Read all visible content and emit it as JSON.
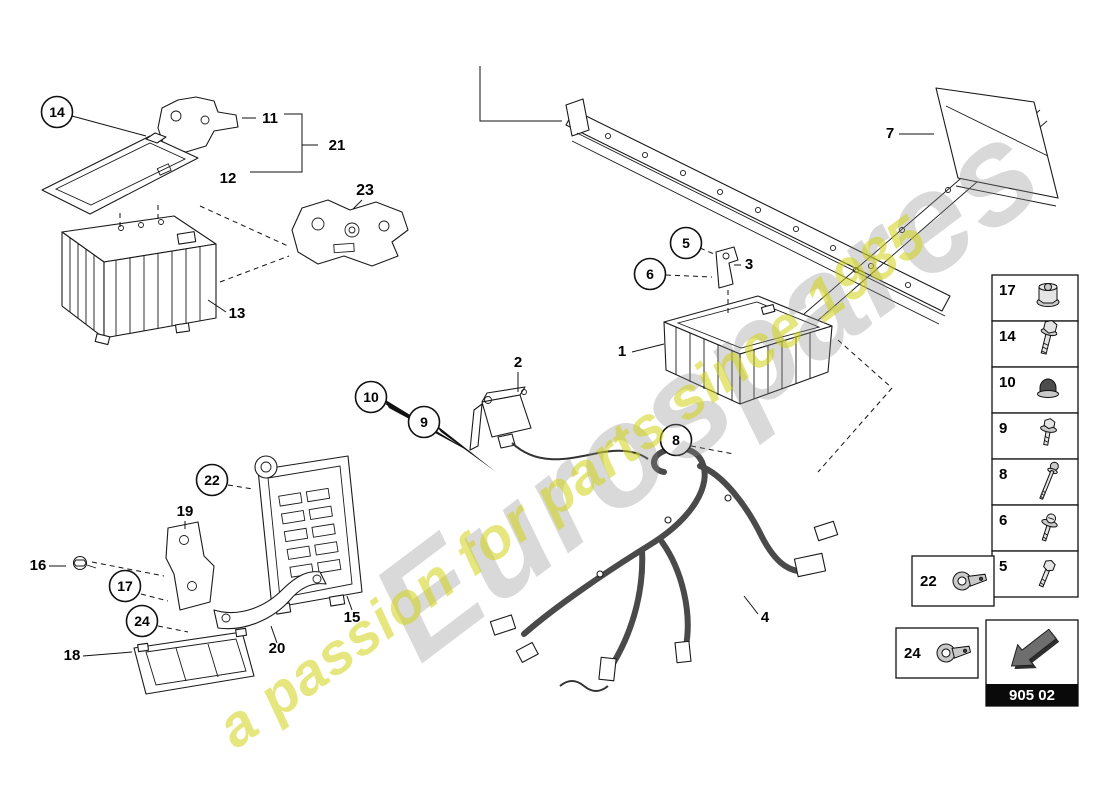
{
  "watermark": {
    "brand": "Eurospares",
    "tagline": "a passion for parts since 1985",
    "brand_color": "#d4d4d4",
    "tagline_color": "#e0e05a"
  },
  "diagram": {
    "description": "central electrics exploded parts diagram",
    "part_labels": {
      "1": "1",
      "2": "2",
      "3": "3",
      "4": "4",
      "5": "5",
      "6": "6",
      "7": "7",
      "8": "8",
      "9": "9",
      "10": "10",
      "11": "11",
      "12": "12",
      "13": "13",
      "14": "14",
      "15": "15",
      "16": "16",
      "17": "17",
      "18": "18",
      "19": "19",
      "20": "20",
      "21": "21",
      "22": "22",
      "23": "23",
      "24": "24"
    }
  },
  "legend": {
    "fasteners": [
      {
        "label": "17",
        "icon": "flange-nut-icon"
      },
      {
        "label": "14",
        "icon": "hex-bolt-icon"
      },
      {
        "label": "10",
        "icon": "cap-nut-icon"
      },
      {
        "label": "9",
        "icon": "flange-screw-icon"
      },
      {
        "label": "8",
        "icon": "stud-bolt-icon"
      },
      {
        "label": "6",
        "icon": "washer-screw-icon"
      },
      {
        "label": "5",
        "icon": "hex-screw-icon"
      }
    ],
    "terminals": [
      {
        "label": "22",
        "icon": "ring-terminal-icon"
      },
      {
        "label": "24",
        "icon": "ring-terminal-icon"
      }
    ],
    "nav": {
      "code": "905 02",
      "icon": "direction-arrow-icon"
    }
  }
}
